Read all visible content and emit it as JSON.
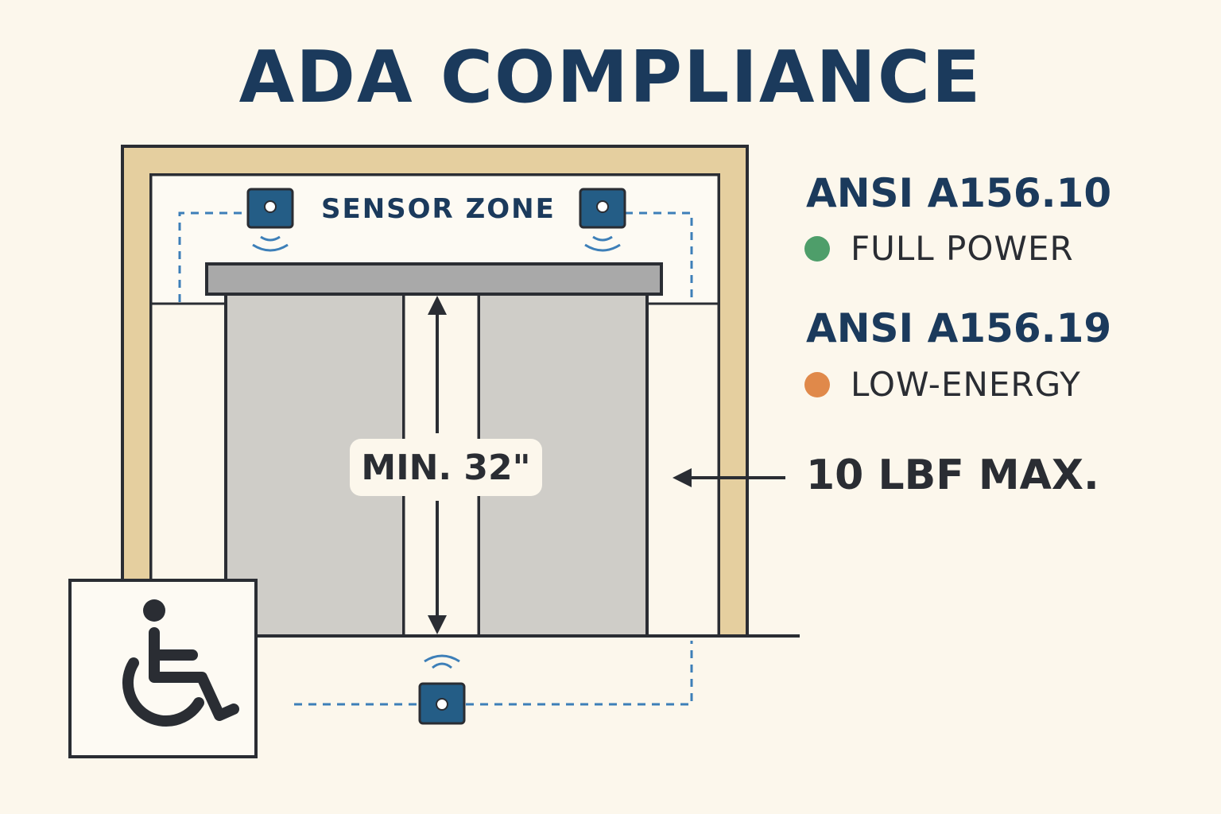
{
  "title": "ADA COMPLIANCE",
  "diagram": {
    "sensor_zone_label": "SENSOR ZONE",
    "min_width_label": "MIN. 32\"",
    "force_label": "10 LBF MAX.",
    "accessibility_icon": "wheelchair-icon",
    "sensor_icon": "motion-sensor-icon"
  },
  "standards": [
    {
      "code": "ANSI A156.10",
      "mode": "FULL POWER",
      "color": "#4e9e6a"
    },
    {
      "code": "ANSI A156.19",
      "mode": "LOW-ENERGY",
      "color": "#e0894a"
    }
  ],
  "colors": {
    "frame": "#e5cf9f",
    "outline": "#2a2d33",
    "door_panel": "#cfcdc8",
    "header_bar": "#a9a9a9",
    "sensor": "#245d86",
    "dashed_zone": "#3d7fb8",
    "title": "#1b3a5c",
    "background": "#fcf7ec"
  }
}
